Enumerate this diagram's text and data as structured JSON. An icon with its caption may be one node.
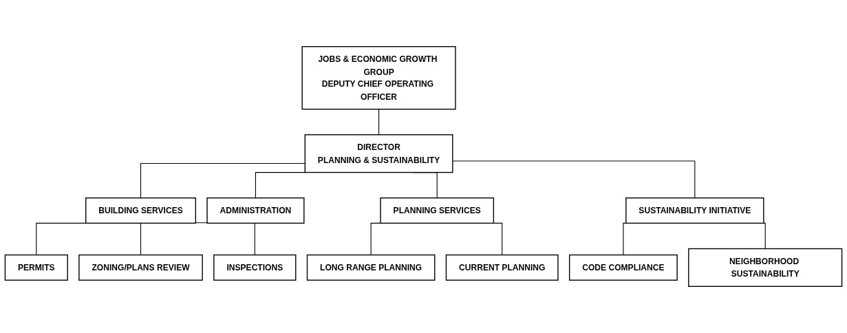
{
  "diagram": {
    "nodes": [
      {
        "text": [
          "JOBS & ECONOMIC GROWTH GROUP",
          "DEPUTY CHIEF OPERATING OFFICER"
        ]
      },
      {
        "text": [
          "DIRECTOR",
          "PLANNING & SUSTAINABILITY"
        ]
      },
      {
        "text": [
          "BUILDING SERVICES"
        ]
      },
      {
        "text": [
          "ADMINISTRATION"
        ]
      },
      {
        "text": [
          "PLANNING SERVICES"
        ]
      },
      {
        "text": [
          "SUSTAINABILITY INITIATIVE"
        ]
      },
      {
        "text": [
          "PERMITS"
        ]
      },
      {
        "text": [
          "ZONING/PLANS REVIEW"
        ]
      },
      {
        "text": [
          "INSPECTIONS"
        ]
      },
      {
        "text": [
          "LONG RANGE PLANNING"
        ]
      },
      {
        "text": [
          "CURRENT PLANNING"
        ]
      },
      {
        "text": [
          "CODE COMPLIANCE"
        ]
      },
      {
        "text": [
          "NEIGHBORHOOD SUSTAINABILITY"
        ]
      }
    ],
    "edges": [
      {
        "from": 0,
        "to": 1,
        "arrow": "none"
      },
      {
        "from": 1,
        "to": 2,
        "arrow": "none"
      },
      {
        "from": 1,
        "to": 3,
        "arrow": "none"
      },
      {
        "from": 1,
        "to": 4,
        "arrow": "none"
      },
      {
        "from": 1,
        "to": 5,
        "arrow": "none"
      },
      {
        "from": 2,
        "to": 6,
        "arrow": "none"
      },
      {
        "from": 2,
        "to": 7,
        "arrow": "none"
      },
      {
        "from": 2,
        "to": 8,
        "arrow": "none"
      },
      {
        "from": 4,
        "to": 9,
        "arrow": "none"
      },
      {
        "from": 4,
        "to": 10,
        "arrow": "none"
      },
      {
        "from": 5,
        "to": 11,
        "arrow": "none"
      },
      {
        "from": 5,
        "to": 12,
        "arrow": "none"
      }
    ]
  }
}
